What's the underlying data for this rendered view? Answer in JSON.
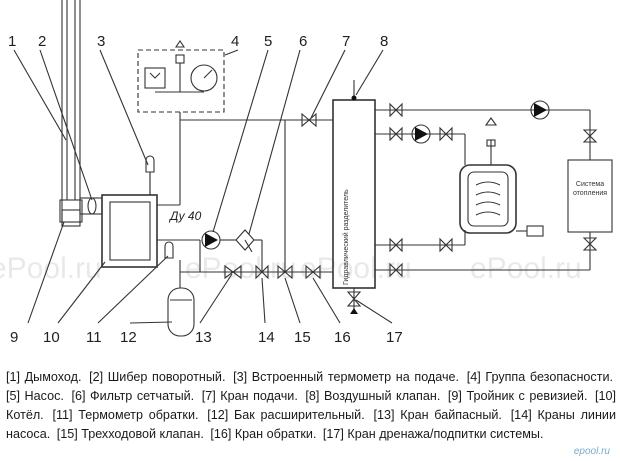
{
  "labels": {
    "n1": "1",
    "n2": "2",
    "n3": "3",
    "n4": "4",
    "n5": "5",
    "n6": "6",
    "n7": "7",
    "n8": "8",
    "n9": "9",
    "n10": "10",
    "n11": "11",
    "n12": "12",
    "n13": "13",
    "n14": "14",
    "n15": "15",
    "n16": "16",
    "n17": "17"
  },
  "pipe_size": "Ду 40",
  "hydro_separator": "Гидравлический разделитель",
  "heating_system": "Система отопления",
  "watermark": "ePool.ru",
  "caption": [
    "[1] Дымоход.",
    "[2] Шибер поворотный.",
    "[3] Встроенный термометр на подаче.",
    "[4] Группа безопасности.",
    "[5] Насос.",
    "[6] Фильтр сетчатый.",
    "[7] Кран подачи.",
    "[8] Воздушный клапан.",
    "[9] Тройник с ревизией.",
    "[10] Котёл.",
    "[11] Термометр обратки.",
    "[12] Бак расширительный.",
    "[13] Кран байпасный.",
    "[14] Краны линии насоса.",
    "[15] Трехходовой клапан.",
    "[16] Кран обратки.",
    "[17] Кран дренажа/подпитки системы."
  ],
  "brand": "epool.ru"
}
